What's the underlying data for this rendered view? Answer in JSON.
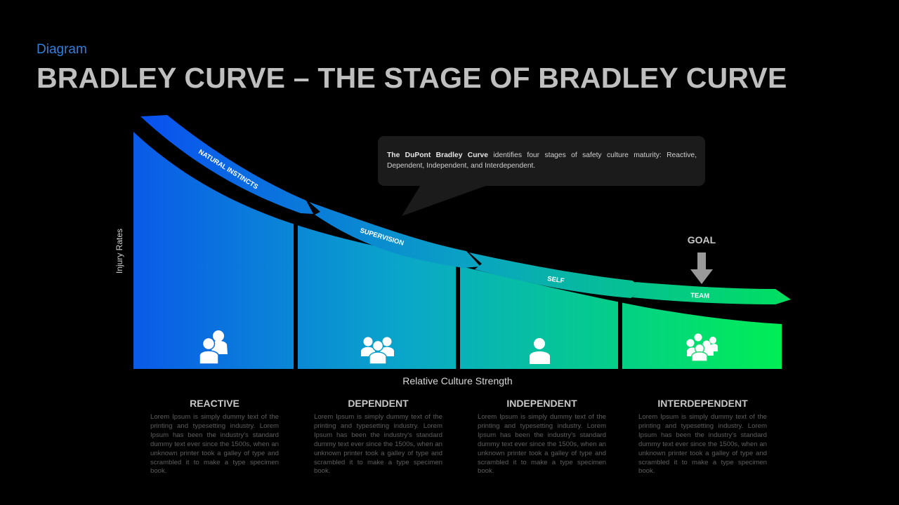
{
  "header": {
    "kicker": "Diagram",
    "title": "BRADLEY CURVE – THE STAGE OF BRADLEY CURVE"
  },
  "callout": {
    "bold": "The DuPont Bradley Curve",
    "text": " identifies four stages of safety culture maturity: Reactive, Dependent, Independent, and Interdependent."
  },
  "axes": {
    "y_label": "Injury Rates",
    "x_label": "Relative Culture Strength"
  },
  "goal_label": "GOAL",
  "arrows": [
    {
      "label": "NATURAL INSTINCTS"
    },
    {
      "label": "SUPERVISION"
    },
    {
      "label": "SELF"
    },
    {
      "label": "TEAM"
    }
  ],
  "stages": [
    {
      "title": "REACTIVE",
      "icon": "two-people-icon",
      "desc": "Lorem Ipsum is simply dummy text of the printing and typesetting industry. Lorem Ipsum has been the industry's standard dummy text ever since the 1500s, when an unknown printer took a galley of type and scrambled it to make a type specimen book."
    },
    {
      "title": "DEPENDENT",
      "icon": "group-icon",
      "desc": "Lorem Ipsum is simply dummy text of the printing and typesetting industry. Lorem Ipsum has been the industry's standard dummy text ever since the 1500s, when an unknown printer took a galley of type and scrambled it to make a type specimen book."
    },
    {
      "title": "INDEPENDENT",
      "icon": "single-person-icon",
      "desc": "Lorem Ipsum is simply dummy text of the printing and typesetting industry. Lorem Ipsum has been the industry's standard dummy text ever since the 1500s, when an unknown printer took a galley of type and scrambled it to make a type specimen book."
    },
    {
      "title": "INTERDEPENDENT",
      "icon": "team-icon",
      "desc": "Lorem Ipsum is simply dummy text of the printing and typesetting industry. Lorem Ipsum has been the industry's standard dummy text ever since the 1500s, when an unknown printer took a galley of type and scrambled it to make a type specimen book."
    }
  ],
  "colors": {
    "kicker": "#2f7fe0",
    "gradient_start": "#0a5ae8",
    "gradient_mid": "#0aa7c9",
    "gradient_end": "#00ee55"
  }
}
